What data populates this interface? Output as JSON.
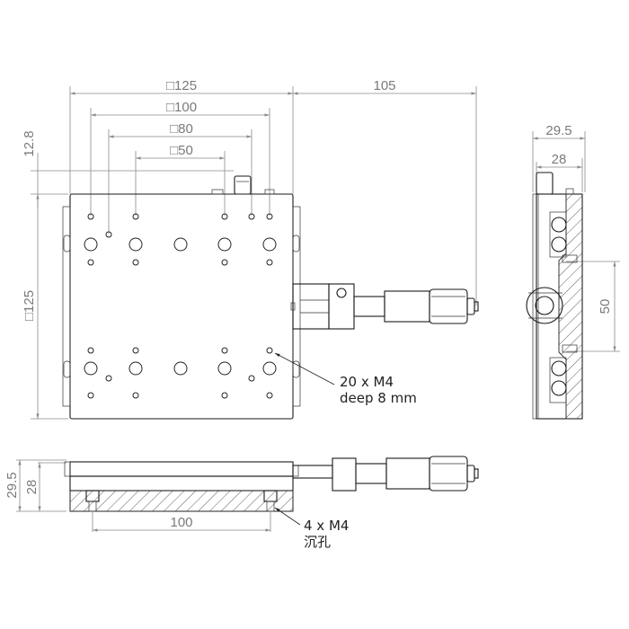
{
  "top_view": {
    "dim_125_top": "□125",
    "dim_100": "□100",
    "dim_80": "□80",
    "dim_50": "□50",
    "dim_105": "105",
    "dim_12_8": "12.8",
    "dim_125_left": "□125",
    "hole_note_line1": "20 x M4",
    "hole_note_line2": "deep 8 mm"
  },
  "side_view": {
    "dim_29_5": "29.5",
    "dim_28": "28",
    "dim_50": "50"
  },
  "front_view": {
    "dim_29_5": "29.5",
    "dim_28": "28",
    "dim_100": "100",
    "screw_note_line1": "4 x M4",
    "screw_note_line2": "沉孔"
  },
  "colors": {
    "outline": "#1a1a1a",
    "dimension": "#8a8a8a",
    "dimension_text": "#7a7a7a"
  }
}
